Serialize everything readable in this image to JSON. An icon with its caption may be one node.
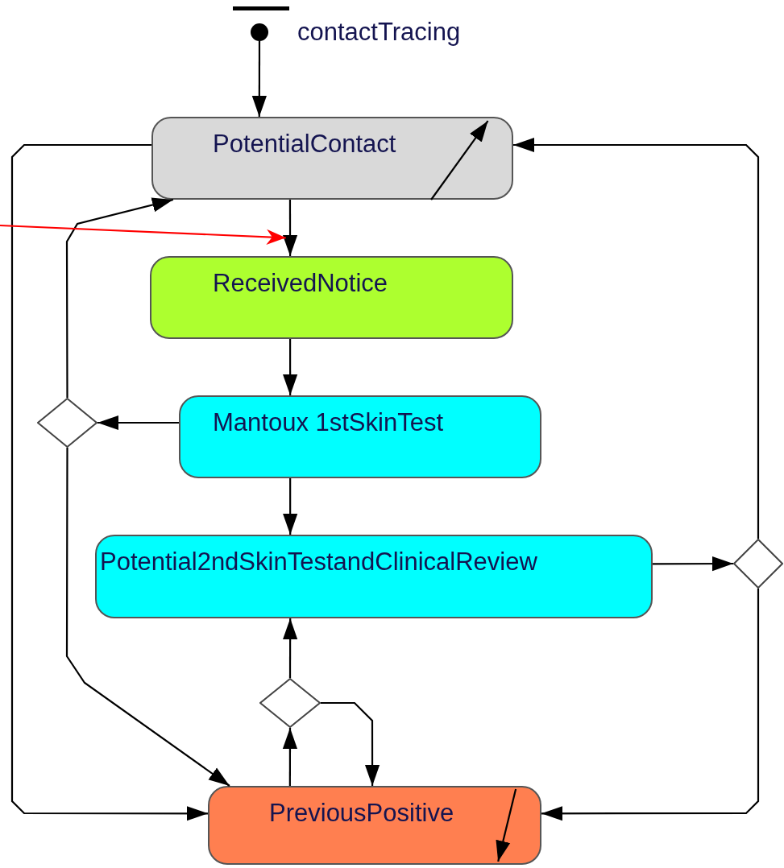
{
  "diagram": {
    "nodes": [
      {
        "text": [],
        "shape": "circle",
        "beside": [
          "contactTracing"
        ]
      },
      {
        "text": [
          "PotentialContact"
        ]
      },
      {
        "text": [
          "ReceivedNotice"
        ]
      },
      {
        "text": [
          "Mantoux 1stSkinTest"
        ]
      },
      {
        "text": [
          "Potential2ndSkinTestandClinicalReview"
        ]
      },
      {
        "text": [
          "PreviousPositive"
        ]
      },
      {
        "text": [],
        "shape": "diamond"
      },
      {
        "text": [],
        "shape": "diamond"
      },
      {
        "text": [],
        "shape": "diamond"
      }
    ],
    "edges": [
      {
        "from": 0,
        "to": 1,
        "arrow": "to"
      },
      {
        "from": 1,
        "to": 2,
        "arrow": "to"
      },
      {
        "from": 2,
        "to": 3,
        "arrow": "to"
      },
      {
        "from": 3,
        "to": 6,
        "arrow": "to"
      },
      {
        "from": 3,
        "to": 4,
        "arrow": "to"
      },
      {
        "from": 4,
        "to": 7,
        "arrow": "to"
      },
      {
        "from": 6,
        "to": 1,
        "arrow": "to"
      },
      {
        "from": 6,
        "to": 5,
        "arrow": "to"
      },
      {
        "from": 7,
        "to": 1,
        "arrow": "to"
      },
      {
        "from": 7,
        "to": 5,
        "arrow": "to"
      },
      {
        "from": 1,
        "to": 5,
        "arrow": "to"
      },
      {
        "from": 5,
        "to": 8,
        "arrow": "to"
      },
      {
        "from": 8,
        "to": 4,
        "arrow": "to"
      },
      {
        "from": 8,
        "to": 5,
        "arrow": "to"
      },
      {
        "from": 1,
        "to": 1,
        "arrow": "to"
      },
      {
        "from": 5,
        "to": 5,
        "arrow": "to"
      },
      {
        "from": null,
        "to": 2,
        "arrow": "to",
        "color": "#ff0000"
      }
    ]
  }
}
